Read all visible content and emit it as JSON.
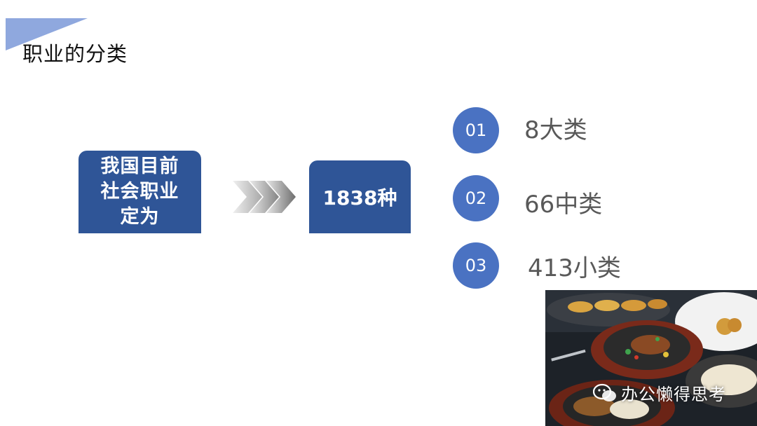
{
  "title": "职业的分类",
  "left_box": {
    "line1": "我国目前",
    "line2": "社会职业",
    "line3": "定为"
  },
  "middle_box": {
    "text": "1838种"
  },
  "categories": [
    {
      "num": "01",
      "label": "8大类"
    },
    {
      "num": "02",
      "label": "66中类"
    },
    {
      "num": "03",
      "label": "413小类"
    }
  ],
  "watermark": {
    "text": "办公懒得思考",
    "icon": "wechat-icon"
  },
  "colors": {
    "box": "#2f5597",
    "circle": "#4a72c2",
    "accent": "#8fa8de"
  }
}
